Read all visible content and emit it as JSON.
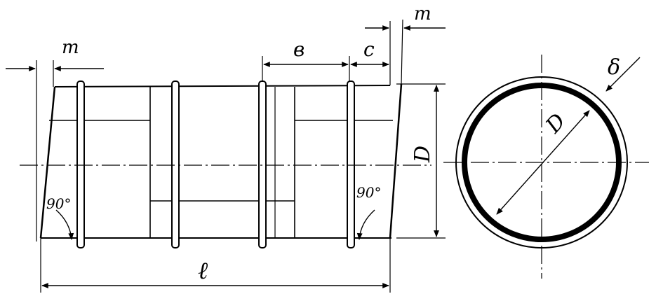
{
  "labels": {
    "m_left": "m",
    "m_right": "m",
    "b": "в",
    "c": "c",
    "D_side": "D",
    "D_circle": "D",
    "delta": "δ",
    "l": "ℓ",
    "angle_left": "90°",
    "angle_right": "90°"
  },
  "colors": {
    "ink": "#000000",
    "paper": "#ffffff"
  }
}
